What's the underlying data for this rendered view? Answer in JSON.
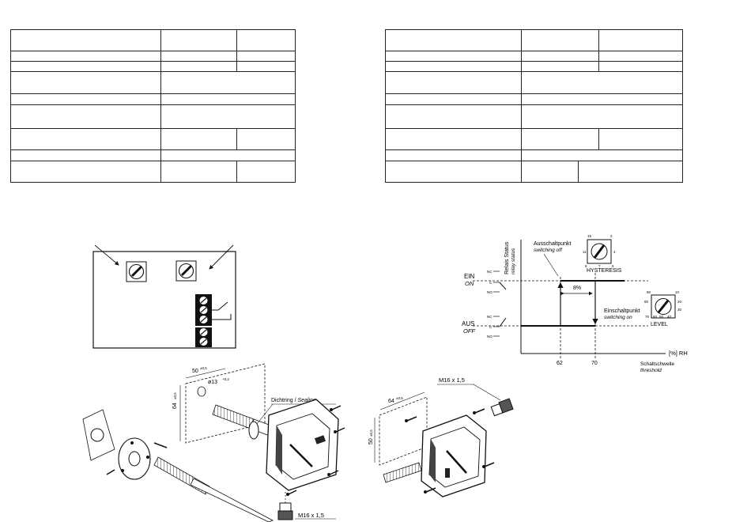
{
  "drawing_labels": {
    "dim_50": "50",
    "dim_50_tol": "±0,5",
    "dim_64": "64",
    "dim_64_tol": "±0,5",
    "hole": "ø13",
    "hole_tol": "+0,2",
    "sealing_de": "Dichtring",
    "sealing_sep": " / ",
    "sealing_en": "Sealing",
    "thread_bottom": "M16 x 1,5",
    "thread_right": "M16 x 1,5",
    "dim2_64": "64",
    "dim2_64_tol": "±0,5",
    "dim2_50": "50",
    "dim2_50_tol": "±0,5"
  },
  "relay_chart": {
    "ylabel_de": "Relais Status",
    "ylabel_en": "relay status",
    "xlabel": "[%] RH",
    "threshold_de": "Schaltschwelle",
    "threshold_en": "threshold",
    "switch_off_de": "Ausschaltpunkt",
    "switch_off_en": "switching off",
    "switch_on_de": "Einschaltpunkt",
    "switch_on_en": "switching on",
    "on_de": "EIN",
    "on_en": "ON",
    "off_de": "AUS",
    "off_en": "OFF",
    "tick_62": "62",
    "tick_70": "70",
    "gap": "8%",
    "hysteresis_label": "HYSTERESIS",
    "level_label": "LEVEL",
    "contact_nc": "NC",
    "contact_c": "C",
    "contact_no": "NO",
    "hyst_dial_ticks": [
      "15",
      "2",
      "11",
      "4",
      "8",
      "7",
      "5"
    ],
    "level_dial_ticks": [
      "90",
      "10",
      "80",
      "20",
      "70",
      "60",
      "50",
      "40",
      "30"
    ]
  }
}
